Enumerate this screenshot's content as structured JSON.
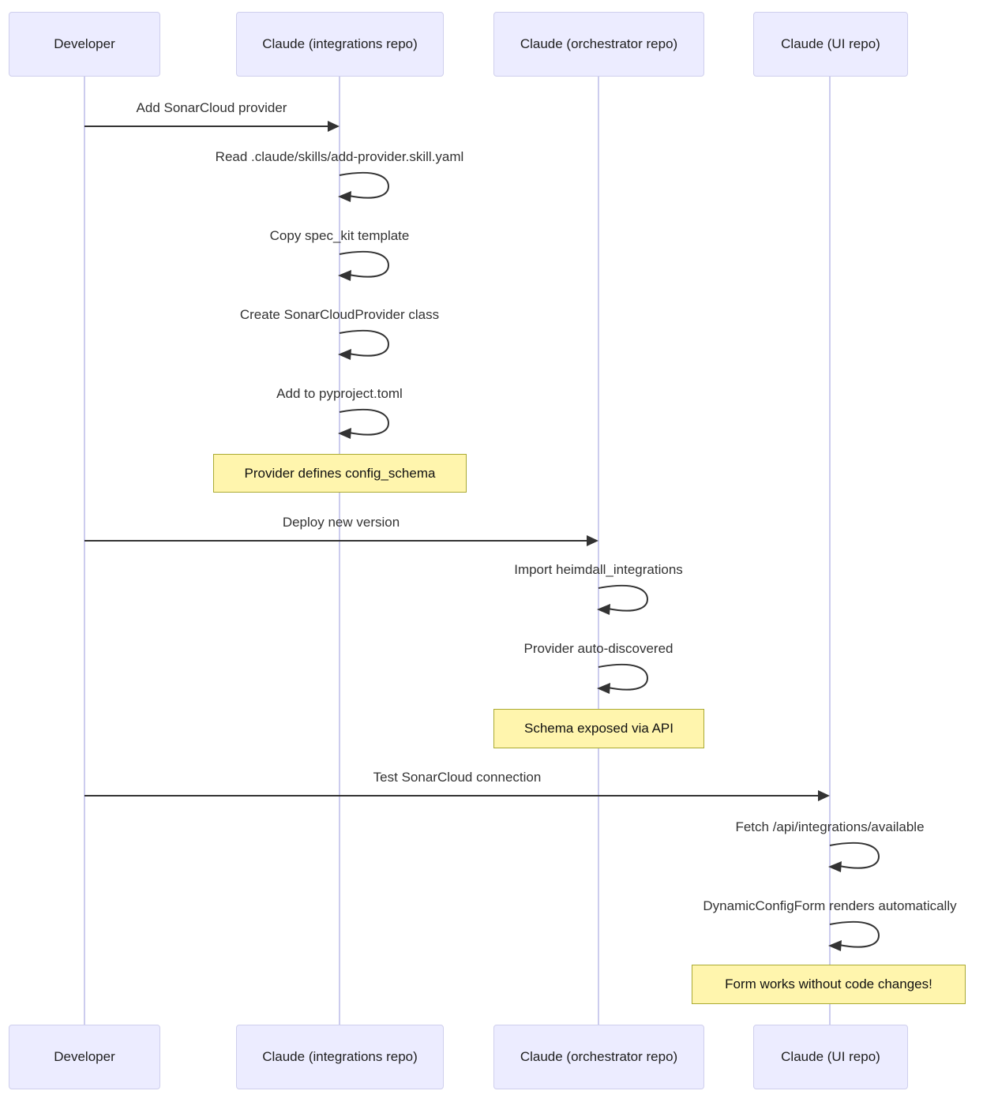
{
  "diagram": {
    "type": "sequence-diagram",
    "actors": [
      {
        "id": "developer",
        "label": "Developer"
      },
      {
        "id": "claude-integrations",
        "label": "Claude (integrations repo)"
      },
      {
        "id": "claude-orchestrator",
        "label": "Claude (orchestrator repo)"
      },
      {
        "id": "claude-ui",
        "label": "Claude (UI repo)"
      }
    ],
    "messages": [
      {
        "kind": "arrow",
        "from": "developer",
        "to": "claude-integrations",
        "label": "Add SonarCloud provider"
      },
      {
        "kind": "self",
        "actor": "claude-integrations",
        "label": "Read .claude/skills/add-provider.skill.yaml"
      },
      {
        "kind": "self",
        "actor": "claude-integrations",
        "label": "Copy spec_kit template"
      },
      {
        "kind": "self",
        "actor": "claude-integrations",
        "label": "Create SonarCloudProvider class"
      },
      {
        "kind": "self",
        "actor": "claude-integrations",
        "label": "Add to pyproject.toml"
      },
      {
        "kind": "note",
        "over": "claude-integrations",
        "label": "Provider defines config_schema"
      },
      {
        "kind": "arrow",
        "from": "developer",
        "to": "claude-orchestrator",
        "label": "Deploy new version"
      },
      {
        "kind": "self",
        "actor": "claude-orchestrator",
        "label": "Import heimdall_integrations"
      },
      {
        "kind": "self",
        "actor": "claude-orchestrator",
        "label": "Provider auto-discovered"
      },
      {
        "kind": "note",
        "over": "claude-orchestrator",
        "label": "Schema exposed via API"
      },
      {
        "kind": "arrow",
        "from": "developer",
        "to": "claude-ui",
        "label": "Test SonarCloud connection"
      },
      {
        "kind": "self",
        "actor": "claude-ui",
        "label": "Fetch /api/integrations/available"
      },
      {
        "kind": "self",
        "actor": "claude-ui",
        "label": "DynamicConfigForm renders automatically"
      },
      {
        "kind": "note",
        "over": "claude-ui",
        "label": "Form works without code changes!"
      }
    ],
    "colors": {
      "actor_fill": "#ececff",
      "actor_border": "#cfcfed",
      "lifeline": "#ccccee",
      "arrow": "#333333",
      "note_fill": "#fff5ad",
      "note_border": "#aaaa33",
      "text": "#333333"
    }
  }
}
